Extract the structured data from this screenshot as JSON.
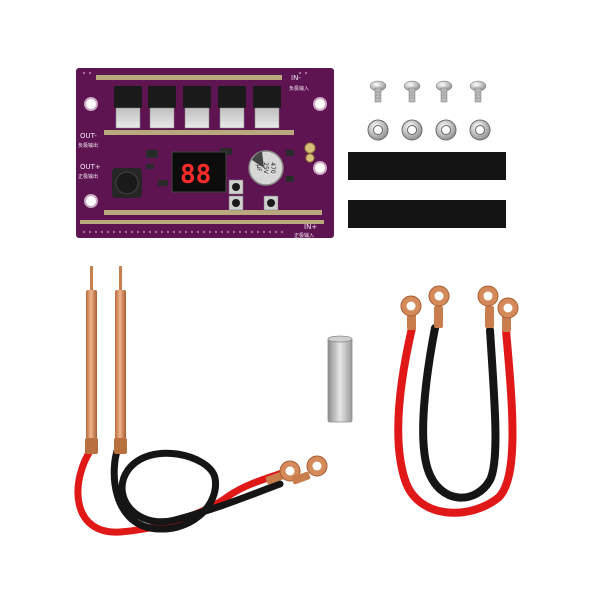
{
  "board": {
    "label_in_neg": "IN-",
    "label_in_neg_sub": "负极输入",
    "label_out_neg": "OUT-",
    "label_out_neg_sub": "负极输出",
    "label_out_pos": "OUT+",
    "label_out_pos_sub": "正极输出",
    "label_in_pos": "IN+",
    "label_in_pos_sub": "正极输入",
    "display_value": "88",
    "cap_line1": "470",
    "cap_line2": "25V",
    "cap_line3": "μF",
    "board_color": "#5e1450",
    "strip_color": "#b9a77e"
  },
  "colors": {
    "wire_red": "#e01818",
    "wire_black": "#151515",
    "copper": "#d58a5a",
    "heat_shrink": "#141414",
    "screw": "#c9c9c9"
  }
}
